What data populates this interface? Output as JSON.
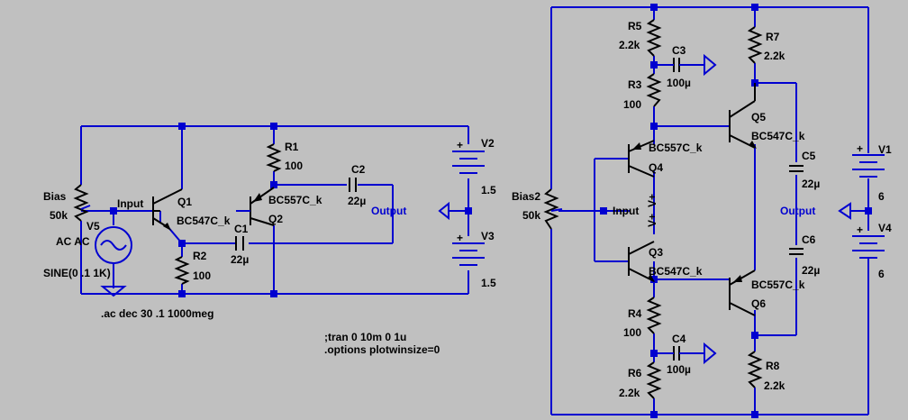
{
  "components": {
    "v5": {
      "name": "V5",
      "type": "AC AC",
      "value": "SINE(0 .1 1K)"
    },
    "bias": {
      "name": "Bias",
      "value": "50k"
    },
    "q1": {
      "name": "Q1",
      "model": "BC547C_k"
    },
    "q2": {
      "name": "Q2",
      "model": "BC557C_k"
    },
    "r1": {
      "name": "R1",
      "value": "100"
    },
    "r2": {
      "name": "R2",
      "value": "100"
    },
    "c1": {
      "name": "C1",
      "value": "22µ"
    },
    "c2": {
      "name": "C2",
      "value": "22µ"
    },
    "v2": {
      "name": "V2",
      "value": "1.5"
    },
    "v3": {
      "name": "V3",
      "value": "1.5"
    },
    "bias2": {
      "name": "Bias2",
      "value": "50k"
    },
    "r5": {
      "name": "R5",
      "value": "2.2k"
    },
    "r3": {
      "name": "R3",
      "value": "100"
    },
    "c3": {
      "name": "C3",
      "value": "100µ"
    },
    "r7": {
      "name": "R7",
      "value": "2.2k"
    },
    "q5": {
      "name": "Q5",
      "model": "BC547C_k"
    },
    "q4": {
      "name": "Q4",
      "model": "BC557C_k"
    },
    "q3": {
      "name": "Q3",
      "model": "BC547C_k"
    },
    "q6": {
      "name": "Q6",
      "model": "BC557C_k"
    },
    "c5": {
      "name": "C5",
      "value": "22µ"
    },
    "c6": {
      "name": "C6",
      "value": "22µ"
    },
    "r4": {
      "name": "R4",
      "value": "100"
    },
    "c4": {
      "name": "C4",
      "value": "100µ"
    },
    "r6": {
      "name": "R6",
      "value": "2.2k"
    },
    "r8": {
      "name": "R8",
      "value": "2.2k"
    },
    "v1": {
      "name": "V1",
      "value": "6"
    },
    "v4": {
      "name": "V4",
      "value": "6"
    }
  },
  "nets": {
    "input_left": "Input",
    "output_left": "Output",
    "input_right": "Input",
    "output_right": "Output",
    "vplus": "V+",
    "vplus2": "V+"
  },
  "directives": {
    "ac": ".ac dec 30 .1 1000meg",
    "tran": ";tran 0 10m 0 1u",
    "options": ".options plotwinsize=0"
  },
  "colors": {
    "background": "#c0c0c0",
    "wire": "#0000d0",
    "component": "#000000",
    "text": "#000000"
  }
}
